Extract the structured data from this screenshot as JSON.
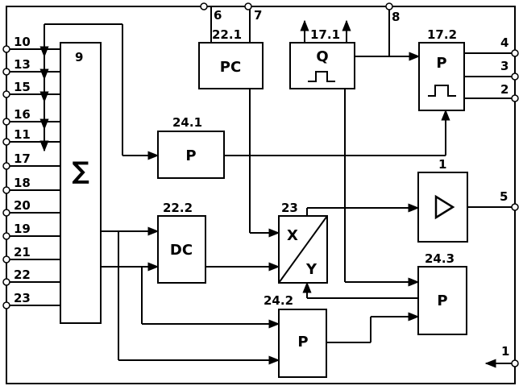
{
  "adder": {
    "number": "9",
    "symbol": "∑"
  },
  "left_inputs": [
    "10",
    "13",
    "15",
    "16",
    "11",
    "17",
    "18",
    "20",
    "19",
    "21",
    "22",
    "23"
  ],
  "top_terminals": {
    "a": "6",
    "b": "7",
    "c": "8"
  },
  "right_terminals": {
    "a": "4",
    "b": "3",
    "c": "2",
    "d": "5",
    "e": "1"
  },
  "blocks": {
    "b22_1": {
      "number": "22.1",
      "label": "PC"
    },
    "b17_1": {
      "number": "17.1",
      "label": "Q"
    },
    "b17_2": {
      "number": "17.2",
      "label": "P"
    },
    "b24_1": {
      "number": "24.1",
      "label": "P"
    },
    "b1": {
      "number": "1"
    },
    "b22_2": {
      "number": "22.2",
      "label": "DC"
    },
    "b23": {
      "number": "23",
      "x_label": "X",
      "y_label": "Y"
    },
    "b24_3": {
      "number": "24.3",
      "label": "P"
    },
    "b24_2": {
      "number": "24.2",
      "label": "P"
    }
  }
}
